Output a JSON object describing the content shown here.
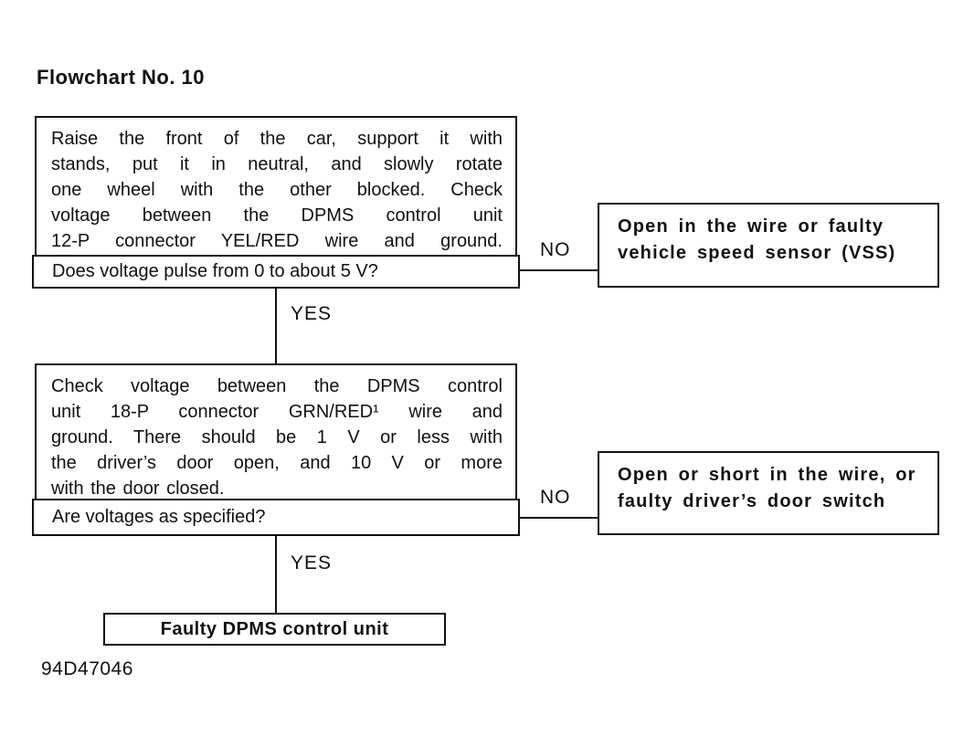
{
  "title": "Flowchart No. 10",
  "figure_code": "94D47046",
  "colors": {
    "ink": "#111111",
    "paper": "#ffffff"
  },
  "flowchart": {
    "steps": [
      {
        "statement_lines": [
          "Raise the front of the car, support it with",
          "stands, put it in neutral, and slowly rotate",
          "one wheel with the other blocked. Check",
          "voltage between the DPMS control unit",
          "12-P connector YEL/RED wire and ground."
        ],
        "question": "Does voltage pulse from 0 to about 5 V?",
        "no_label": "NO",
        "yes_label": "YES",
        "no_result_lines": [
          "Open in the wire or faulty",
          "vehicle speed sensor (VSS)"
        ]
      },
      {
        "statement_lines": [
          "Check voltage between the DPMS control",
          "unit 18-P connector GRN/RED¹ wire and",
          "ground. There should be 1 V or less with",
          "the driver’s door open, and 10 V or more",
          "with the door closed."
        ],
        "question": "Are voltages as specified?",
        "no_label": "NO",
        "yes_label": "YES",
        "no_result_lines": [
          "Open or short in the wire, or",
          "faulty driver’s door switch"
        ]
      }
    ],
    "conclusion": "Faulty DPMS control unit"
  }
}
